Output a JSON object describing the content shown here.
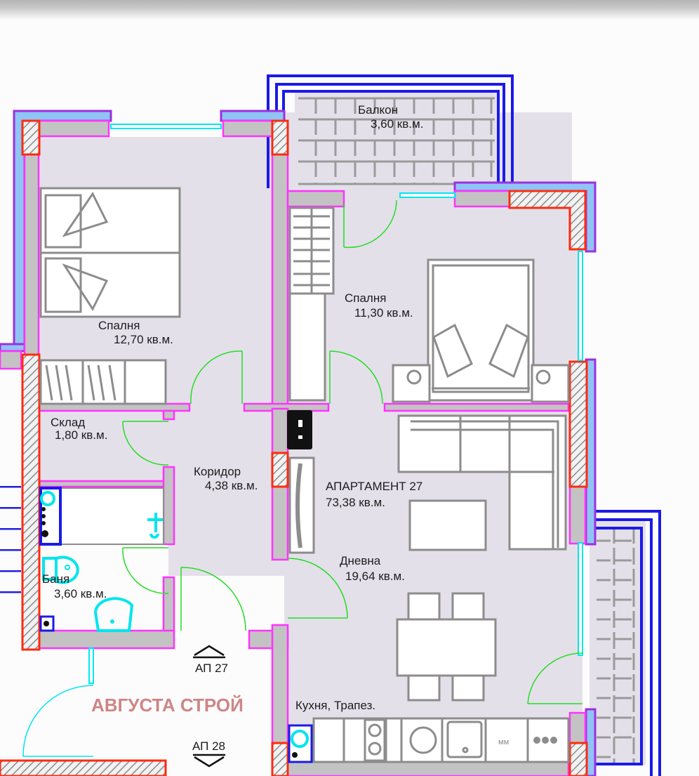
{
  "plan": {
    "apartment": {
      "name": "АПАРТАМЕНТ 27",
      "area": "73,38 кв.м."
    },
    "rooms": [
      {
        "id": "balcony-top",
        "name": "Балкон",
        "area": "3,60 кв.м."
      },
      {
        "id": "bedroom-left",
        "name": "Спалня",
        "area": "12,70 кв.м."
      },
      {
        "id": "bedroom-right",
        "name": "Спалня",
        "area": "11,30 кв.м."
      },
      {
        "id": "storage",
        "name": "Склад",
        "area": "1,80 кв.м."
      },
      {
        "id": "corridor",
        "name": "Коридор",
        "area": "4,38 кв.м."
      },
      {
        "id": "bathroom",
        "name": "Баня",
        "area": "3,60 кв.м."
      },
      {
        "id": "living",
        "name": "Дневна",
        "area": "19,64 кв.м."
      },
      {
        "id": "kitchen",
        "name": "Кухня, Трапез."
      }
    ],
    "entrances": [
      {
        "label": "АП 27",
        "direction": "up"
      },
      {
        "label": "АП 28",
        "direction": "down"
      }
    ],
    "watermark": "АВГУСТА СТРОЙ",
    "appliance_label": "мм",
    "colors": {
      "floor": "#e4e0ea",
      "wall_fill": "#c3c3c3",
      "wall_outline": "#ff33ff",
      "structural_outline": "#ff2a10",
      "insulation": "#8fc4f4",
      "window": "#00e8f0",
      "door_swing": "#22dd22",
      "railing": "#1a1ae8",
      "furniture": "#8c8c8c",
      "watermark": "#cf8585"
    }
  }
}
